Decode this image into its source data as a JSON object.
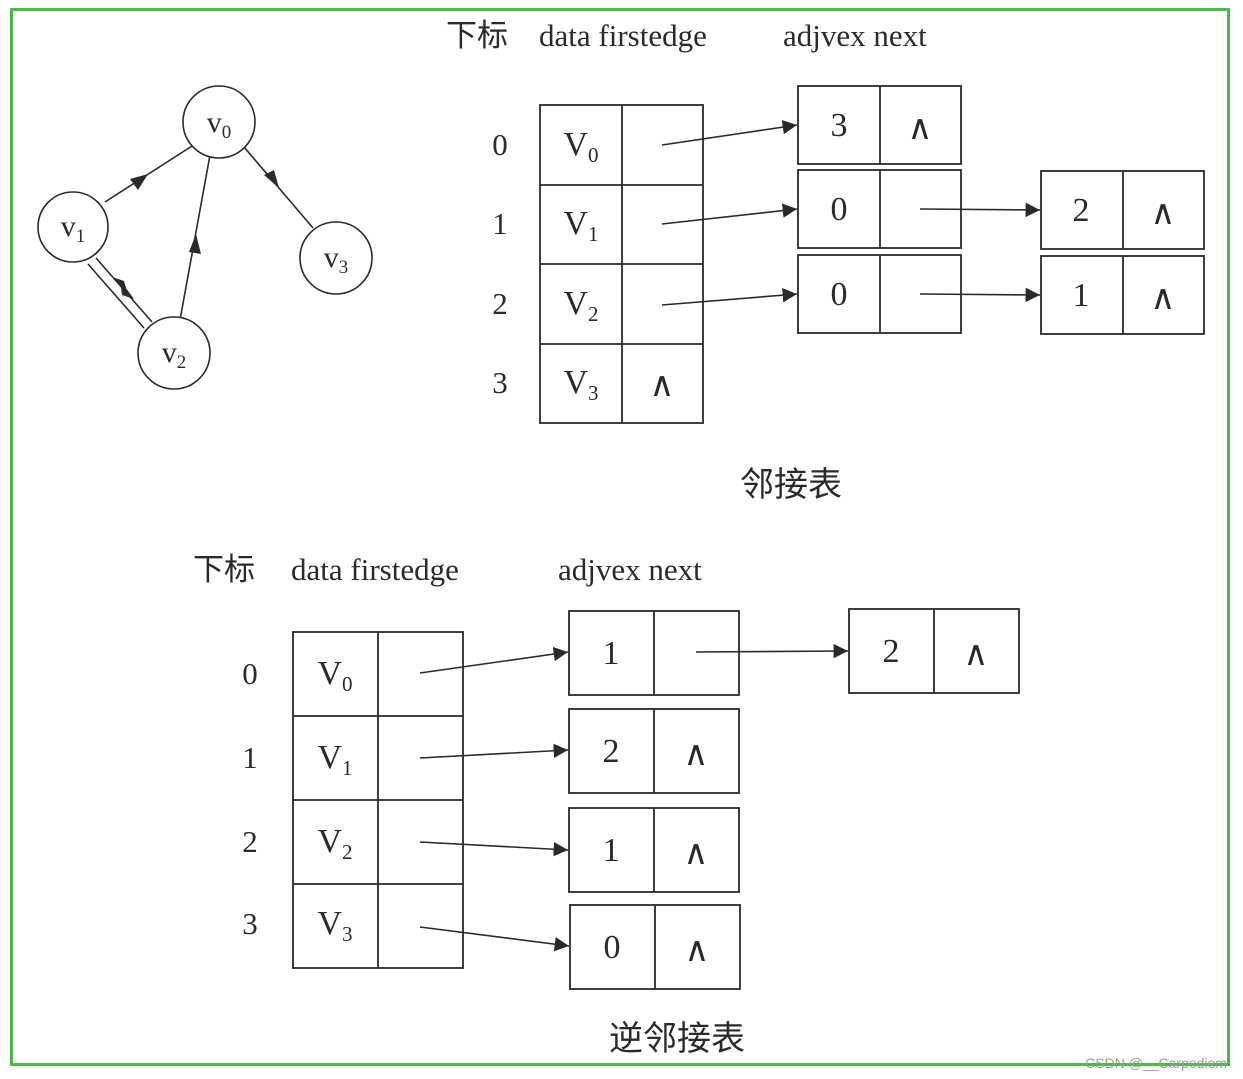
{
  "graph": {
    "nodes": [
      {
        "id": "v0",
        "label": "v",
        "sub": "0"
      },
      {
        "id": "v1",
        "label": "v",
        "sub": "1"
      },
      {
        "id": "v2",
        "label": "v",
        "sub": "2"
      },
      {
        "id": "v3",
        "label": "v",
        "sub": "3"
      }
    ],
    "edges": [
      {
        "from": "v1",
        "to": "v0"
      },
      {
        "from": "v0",
        "to": "v3"
      },
      {
        "from": "v2",
        "to": "v0"
      },
      {
        "from": "v1",
        "to": "v2"
      },
      {
        "from": "v2",
        "to": "v1"
      }
    ]
  },
  "adjacency": {
    "header_index": "下标",
    "header_vertex": "data firstedge",
    "header_edge": "adjvex  next",
    "caption": "邻接表",
    "rows": [
      {
        "index": "0",
        "v": "V",
        "sub": "0",
        "first_null": false,
        "edges": [
          {
            "adjvex": "3",
            "next_null": true
          }
        ]
      },
      {
        "index": "1",
        "v": "V",
        "sub": "1",
        "first_null": false,
        "edges": [
          {
            "adjvex": "0",
            "next_null": false
          },
          {
            "adjvex": "2",
            "next_null": true
          }
        ]
      },
      {
        "index": "2",
        "v": "V",
        "sub": "2",
        "first_null": false,
        "edges": [
          {
            "adjvex": "0",
            "next_null": false
          },
          {
            "adjvex": "1",
            "next_null": true
          }
        ]
      },
      {
        "index": "3",
        "v": "V",
        "sub": "3",
        "first_null": true,
        "edges": []
      }
    ]
  },
  "inverse": {
    "header_index": "下标",
    "header_vertex": "data firstedge",
    "header_edge": "adjvex  next",
    "caption": "逆邻接表",
    "rows": [
      {
        "index": "0",
        "v": "V",
        "sub": "0",
        "first_null": false,
        "edges": [
          {
            "adjvex": "1",
            "next_null": false
          },
          {
            "adjvex": "2",
            "next_null": true
          }
        ]
      },
      {
        "index": "1",
        "v": "V",
        "sub": "1",
        "first_null": false,
        "edges": [
          {
            "adjvex": "2",
            "next_null": true
          }
        ]
      },
      {
        "index": "2",
        "v": "V",
        "sub": "2",
        "first_null": false,
        "edges": [
          {
            "adjvex": "1",
            "next_null": true
          }
        ]
      },
      {
        "index": "3",
        "v": "V",
        "sub": "3",
        "first_null": false,
        "edges": [
          {
            "adjvex": "0",
            "next_null": true
          }
        ]
      }
    ]
  },
  "null_symbol": "∧",
  "watermark": "CSDN @__Carpediem",
  "colors": {
    "frame": "#4cb84a",
    "ink": "#2a2a2a"
  }
}
